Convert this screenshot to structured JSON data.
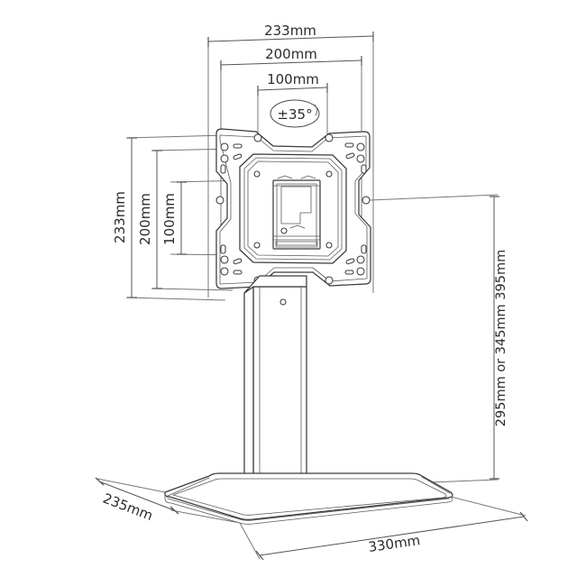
{
  "drawing": {
    "title": "Monitor desk stand technical dimension drawing",
    "background_color": "#ffffff",
    "line_color": "#3a3a3a",
    "text_color": "#2b2b2b"
  },
  "dimensions": {
    "top_width_outer": "233mm",
    "top_width_middle": "200mm",
    "top_width_inner": "100mm",
    "left_height_outer": "233mm",
    "left_height_middle": "200mm",
    "left_height_inner": "100mm",
    "right_height": "295mm or 345mm 395mm",
    "base_depth": "235mm",
    "base_width": "330mm"
  },
  "annotations": {
    "tilt_angle": "±35°"
  },
  "icons": {
    "angle_badge": "ellipse-callout",
    "vesa_plate": "vesa-bracket-plate",
    "column": "vertical-post",
    "base": "base-plate"
  }
}
